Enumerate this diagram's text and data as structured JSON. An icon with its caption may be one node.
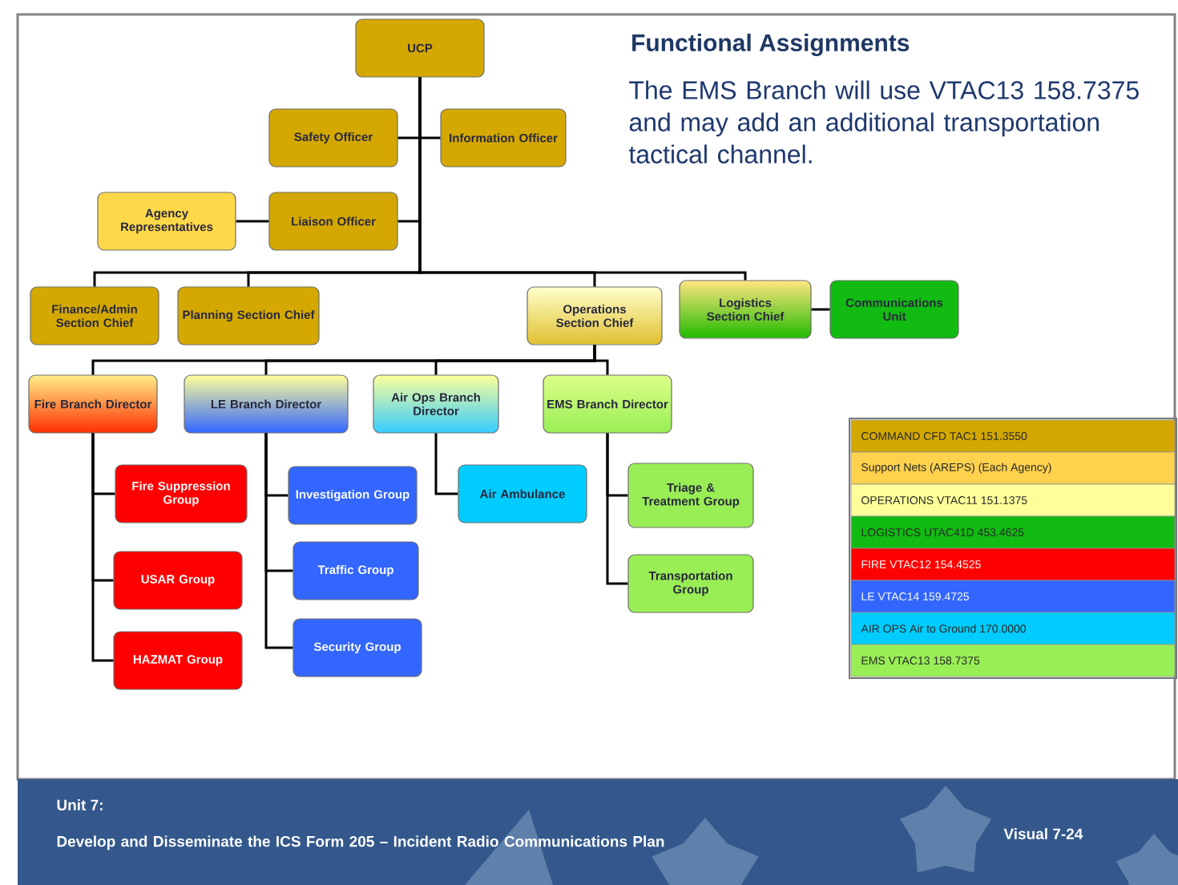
{
  "diagram": {
    "title": "Functional Assignments",
    "nodes": [
      {
        "text": [
          "UCP"
        ]
      },
      {
        "text": [
          "Safety Officer"
        ]
      },
      {
        "text": [
          "Information Officer"
        ]
      },
      {
        "text": [
          "Agency Representatives"
        ]
      },
      {
        "text": [
          "Liaison Officer"
        ]
      },
      {
        "text": [
          "Finance/Admin Section Chief"
        ]
      },
      {
        "text": [
          "Planning Section Chief"
        ]
      },
      {
        "text": [
          "Operations Section Chief"
        ]
      },
      {
        "text": [
          "Logistics Section Chief"
        ]
      },
      {
        "text": [
          "Communications Unit"
        ]
      },
      {
        "text": [
          "Fire Branch Director"
        ]
      },
      {
        "text": [
          "LE Branch Director"
        ]
      },
      {
        "text": [
          "Air Ops Branch Director"
        ]
      },
      {
        "text": [
          "EMS Branch Director"
        ]
      },
      {
        "text": [
          "Fire Suppression Group"
        ]
      },
      {
        "text": [
          "USAR Group"
        ]
      },
      {
        "text": [
          "HAZMAT Group"
        ]
      },
      {
        "text": [
          "Investigation Group"
        ]
      },
      {
        "text": [
          "Traffic Group"
        ]
      },
      {
        "text": [
          "Security Group"
        ]
      },
      {
        "text": [
          "Air Ambulance"
        ]
      },
      {
        "text": [
          "Triage & Treatment Group"
        ]
      },
      {
        "text": [
          "Transportation Group"
        ]
      }
    ],
    "edges": [
      {
        "from": 0,
        "to": 1,
        "arrow": "none"
      },
      {
        "from": 0,
        "to": 2,
        "arrow": "none"
      },
      {
        "from": 0,
        "to": 4,
        "arrow": "none"
      },
      {
        "from": 4,
        "to": 3,
        "arrow": "none"
      },
      {
        "from": 0,
        "to": 5,
        "arrow": "none"
      },
      {
        "from": 0,
        "to": 6,
        "arrow": "none"
      },
      {
        "from": 0,
        "to": 7,
        "arrow": "none"
      },
      {
        "from": 0,
        "to": 8,
        "arrow": "none"
      },
      {
        "from": 8,
        "to": 9,
        "arrow": "none"
      },
      {
        "from": 7,
        "to": 10,
        "arrow": "none"
      },
      {
        "from": 7,
        "to": 11,
        "arrow": "none"
      },
      {
        "from": 7,
        "to": 12,
        "arrow": "none"
      },
      {
        "from": 7,
        "to": 13,
        "arrow": "none"
      },
      {
        "from": 10,
        "to": 14,
        "arrow": "none"
      },
      {
        "from": 10,
        "to": 15,
        "arrow": "none"
      },
      {
        "from": 10,
        "to": 16,
        "arrow": "none"
      },
      {
        "from": 11,
        "to": 17,
        "arrow": "none"
      },
      {
        "from": 11,
        "to": 18,
        "arrow": "none"
      },
      {
        "from": 11,
        "to": 19,
        "arrow": "none"
      },
      {
        "from": 12,
        "to": 20,
        "arrow": "none"
      },
      {
        "from": 13,
        "to": 21,
        "arrow": "none"
      },
      {
        "from": 13,
        "to": 22,
        "arrow": "none"
      }
    ],
    "labels": [
      "The EMS Branch will use VTAC13 158.7375 and may add an additional transportation tactical channel.",
      "Unit 7:",
      "Develop and Disseminate the ICS Form 205 – Incident Radio Communications Plan",
      "Visual 7-24"
    ],
    "legend": [
      {
        "text": "COMMAND    CFD TAC1  151.3550",
        "color": "#d4a800"
      },
      {
        "text": "Support Nets (AREPS) (Each Agency)",
        "color": "#ffd24d"
      },
      {
        "text": "OPERATIONS    VTAC11  151.1375",
        "color": "#ffff99"
      },
      {
        "text": "LOGISTICS    UTAC41D   453.4625",
        "color": "#11bb11"
      },
      {
        "text": "FIRE      VTAC12  154.4525",
        "color": "#ff0000"
      },
      {
        "text": "LE     VTAC14  159.4725",
        "color": "#3366ff"
      },
      {
        "text": "AIR OPS   Air to Ground  170.0000",
        "color": "#00ccff"
      },
      {
        "text": "EMS VTAC13  158.7375",
        "color": "#99ee55"
      }
    ]
  }
}
